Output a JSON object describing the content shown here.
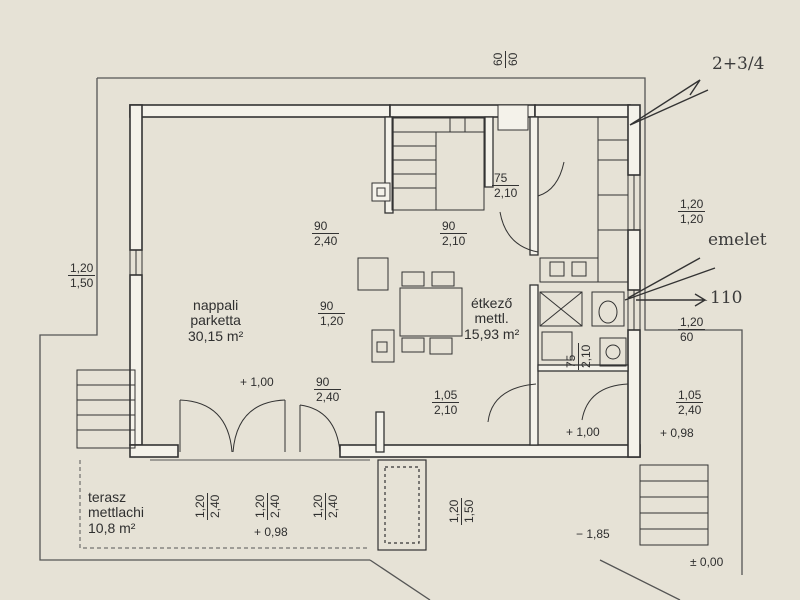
{
  "rooms": {
    "living": {
      "name": "nappali",
      "floor": "parketta",
      "area": "30,15 m²"
    },
    "dining": {
      "name": "étkező",
      "floor": "mettl.",
      "area": "15,93 m²"
    },
    "terrace": {
      "name": "terasz",
      "floor": "mettlachi",
      "area": "10,8 m²"
    }
  },
  "openings": {
    "west_window": {
      "top": "1,20",
      "bottom": "1,50"
    },
    "stair_shaft": {
      "top": "60",
      "bottom": "60"
    },
    "kitchen_door": {
      "top": "75",
      "bottom": "2,10"
    },
    "kitchen_window": {
      "top": "1,20",
      "bottom": "1,20"
    },
    "living_door_a": {
      "top": "90",
      "bottom": "2,40"
    },
    "living_door_b": {
      "top": "90",
      "bottom": "2,10"
    },
    "living_mid": {
      "top": "90",
      "bottom": "1,20"
    },
    "living_door_c": {
      "top": "90",
      "bottom": "2,40"
    },
    "dining_door": {
      "top": "1,05",
      "bottom": "2,10"
    },
    "bath_window": {
      "top": "1,20",
      "bottom": "60"
    },
    "bath_door": {
      "top": "75",
      "bottom": "2,10"
    },
    "east_door": {
      "top": "1,05",
      "bottom": "2,40"
    },
    "front_window_1": {
      "top": "1,20",
      "bottom": "2,40"
    },
    "front_window_2": {
      "top": "1,20",
      "bottom": "2,40"
    },
    "front_window_3": {
      "top": "1,20",
      "bottom": "2,40"
    },
    "front_window_4": {
      "top": "1,20",
      "bottom": "1,50"
    }
  },
  "levels": {
    "living": "+ 1,00",
    "entry": "+ 1,00",
    "east": "+ 0,98",
    "terrace": "+ 0,98",
    "garden": "− 1,85",
    "ground": "± 0,00"
  },
  "handwritten": {
    "top_right": "2+3/4",
    "right_mid": "emelet",
    "right_arrow": "110"
  },
  "colors": {
    "paper": "#e6e2d6",
    "ink": "#2f2f2f",
    "wall_fill": "#f4f2ea"
  }
}
